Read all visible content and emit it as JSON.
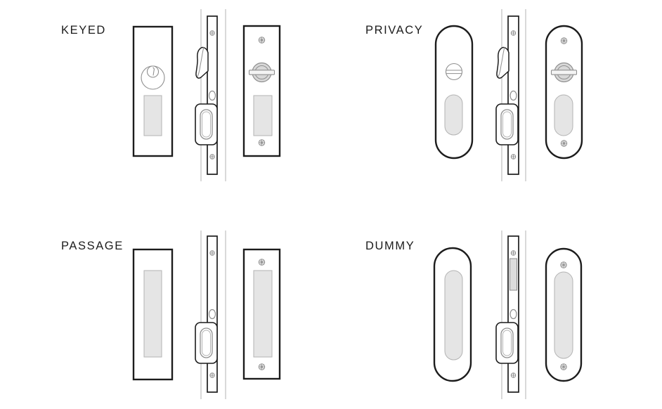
{
  "colors": {
    "outline": "#1c1c1c",
    "detail_line": "#8f8f8f",
    "light_line": "#b3b3b3",
    "recess_fill": "#e5e5e5",
    "turn_fill": "#d8d8d8",
    "filler_fill": "#dcdcdc",
    "background": "#ffffff",
    "label_color": "#1c1c1c"
  },
  "sections": [
    {
      "id": "keyed",
      "label": "KEYED",
      "plate_shape": "rectangular",
      "outside_feature": "key-cylinder",
      "inside_feature": "thumbturn",
      "edge_features": [
        "hook-latch",
        "spindle-hole",
        "edge-pull",
        "screws"
      ]
    },
    {
      "id": "privacy",
      "label": "PRIVACY",
      "plate_shape": "rounded",
      "outside_feature": "emergency-release",
      "inside_feature": "thumbturn",
      "edge_features": [
        "hook-latch",
        "spindle-hole",
        "edge-pull",
        "screws"
      ]
    },
    {
      "id": "passage",
      "label": "PASSAGE",
      "plate_shape": "rectangular",
      "outside_feature": "flush-pull-recess",
      "inside_feature": "flush-pull-recess",
      "edge_features": [
        "spindle-hole",
        "edge-pull",
        "screws"
      ]
    },
    {
      "id": "dummy",
      "label": "DUMMY",
      "plate_shape": "rounded",
      "outside_feature": "flush-pull-recess",
      "inside_feature": "flush-pull-recess",
      "edge_features": [
        "filler-plate",
        "spindle-hole",
        "edge-pull",
        "screws"
      ]
    }
  ]
}
